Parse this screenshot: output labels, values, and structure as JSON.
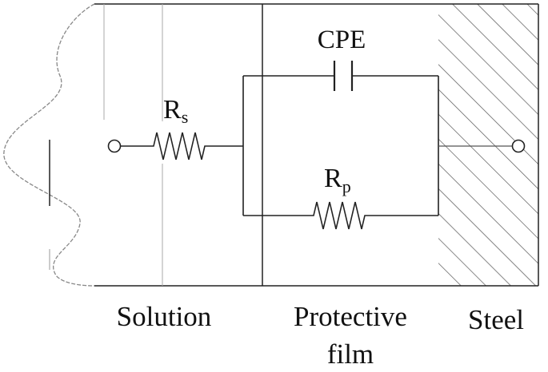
{
  "labels": {
    "cpe": "CPE",
    "rs_main": "R",
    "rs_sub": "s",
    "rp_main": "R",
    "rp_sub": "p",
    "solution": "Solution",
    "protective_line1": "Protective",
    "protective_line2": "film",
    "steel": "Steel"
  },
  "colors": {
    "line": "#222222",
    "hatch": "#555555",
    "background": "#ffffff"
  }
}
